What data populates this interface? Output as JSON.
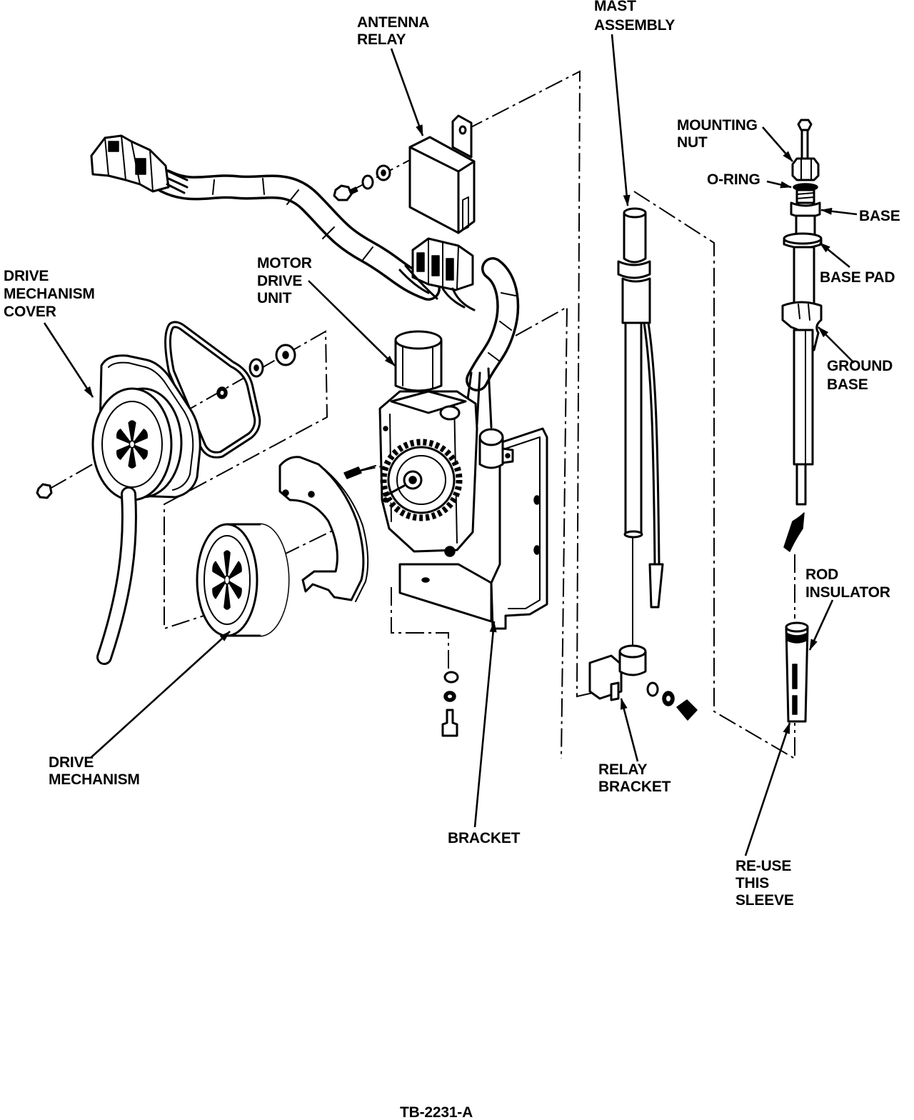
{
  "labels": {
    "antenna_relay": [
      "ANTENNA",
      "RELAY"
    ],
    "mast_assembly": [
      "MAST",
      "ASSEMBLY"
    ],
    "mounting_nut": [
      "MOUNTING",
      "NUT"
    ],
    "o_ring": "O-RING",
    "base": "BASE",
    "base_pad": "BASE PAD",
    "ground_base": [
      "GROUND",
      "BASE"
    ],
    "drive_mechanism_cover": [
      "DRIVE",
      "MECHANISM",
      "COVER"
    ],
    "motor_drive_unit": [
      "MOTOR",
      "DRIVE",
      "UNIT"
    ],
    "rod_insulator": [
      "ROD",
      "INSULATOR"
    ],
    "drive_mechanism": [
      "DRIVE",
      "MECHANISM"
    ],
    "relay_bracket": [
      "RELAY",
      "BRACKET"
    ],
    "bracket": "BRACKET",
    "reuse_sleeve": [
      "RE-USE",
      "THIS",
      "SLEEVE"
    ]
  },
  "figure_id": "TB-2231-A",
  "colors": {
    "ink": "#000000",
    "paper": "#ffffff"
  }
}
